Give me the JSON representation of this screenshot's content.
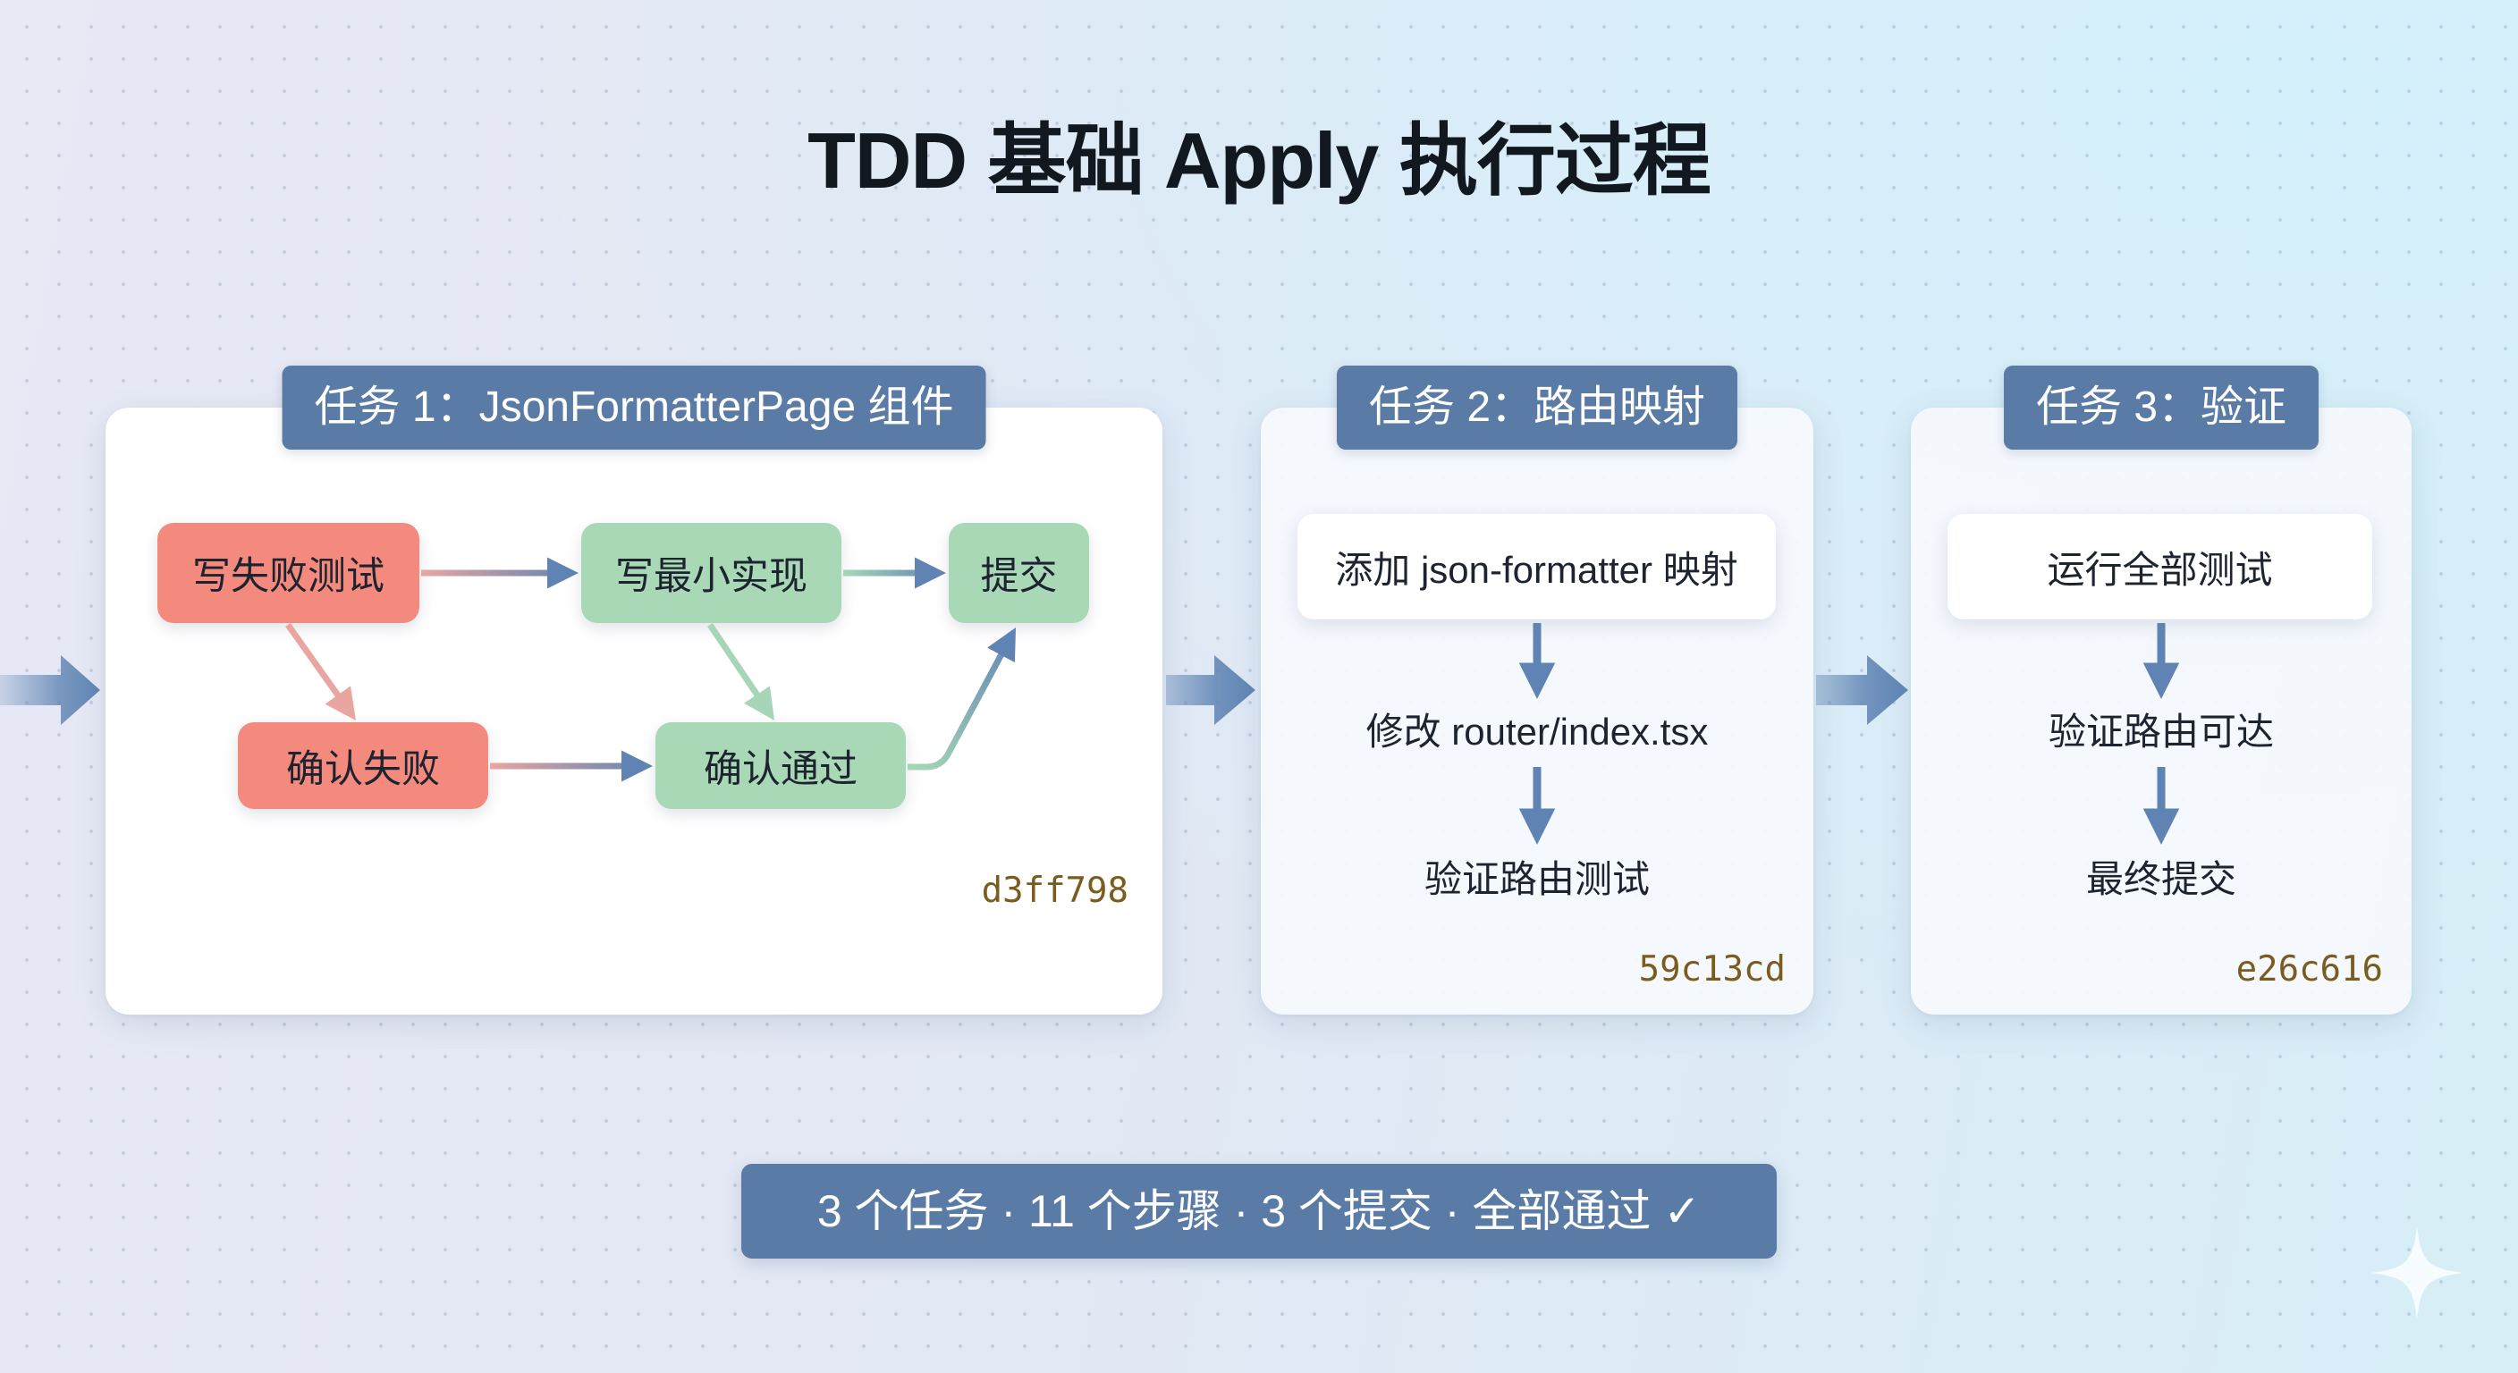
{
  "title": "TDD 基础 Apply 执行过程",
  "tasks": [
    {
      "label": "任务 1：JsonFormatterPage 组件",
      "steps": [
        "写失败测试",
        "写最小实现",
        "提交",
        "确认失败",
        "确认通过"
      ],
      "commit_hash": "d3ff798"
    },
    {
      "label": "任务 2：路由映射",
      "steps": [
        "添加 json-formatter 映射",
        "修改 router/index.tsx",
        "验证路由测试"
      ],
      "commit_hash": "59c13cd"
    },
    {
      "label": "任务 3：验证",
      "steps": [
        "运行全部测试",
        "验证路由可达",
        "最终提交"
      ],
      "commit_hash": "e26c616"
    }
  ],
  "summary": "3 个任务 · 11 个步骤 · 3 个提交 · 全部通过 ✓",
  "colors": {
    "accent": "#5a7ba6",
    "arrow": "#5f84b3",
    "fail": "#f48a7e",
    "fail_arrow": "#e9a6a1",
    "pass": "#a9d8b6",
    "pass_arrow": "#a6d6b7",
    "hash": "#7a5c1e"
  },
  "icons": {
    "corner": "sparkle-icon"
  }
}
